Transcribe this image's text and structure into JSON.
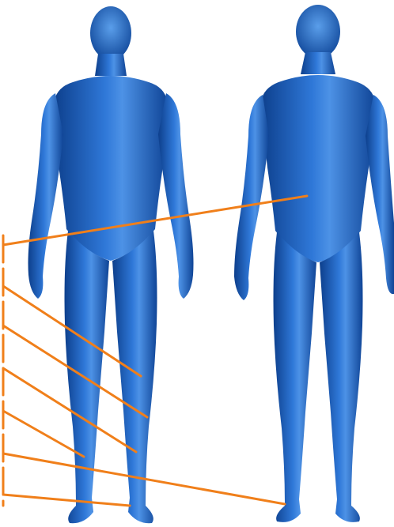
{
  "figures": [
    {
      "view": "front"
    },
    {
      "view": "back"
    }
  ],
  "leader_line_count": 7,
  "colors": {
    "background": "#ffffff",
    "body_dark": "#0d3f8c",
    "body_mid": "#1f63c4",
    "body_light": "#4d92e6",
    "leader_line": "#f07f1a"
  }
}
